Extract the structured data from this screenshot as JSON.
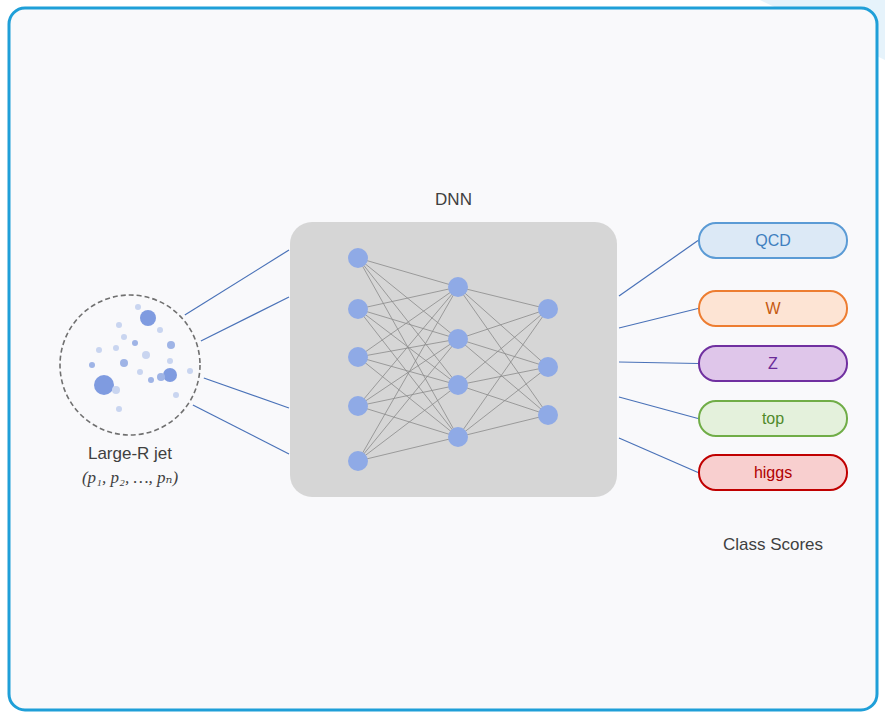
{
  "diagram": {
    "nodes": [
      {
        "text": [
          "Large-R jet",
          "(p₁, p₂, …, pₙ)"
        ]
      },
      {
        "text": [
          "DNN"
        ]
      },
      {
        "text": [
          "QCD"
        ]
      },
      {
        "text": [
          "W"
        ]
      },
      {
        "text": [
          "Z"
        ]
      },
      {
        "text": [
          "top"
        ]
      },
      {
        "text": [
          "higgs"
        ]
      }
    ],
    "edges": [
      {
        "from": 0,
        "to": 1,
        "arrow": "none"
      },
      {
        "from": 0,
        "to": 1,
        "arrow": "none"
      },
      {
        "from": 0,
        "to": 1,
        "arrow": "none"
      },
      {
        "from": 0,
        "to": 1,
        "arrow": "none"
      },
      {
        "from": 1,
        "to": 2,
        "arrow": "none"
      },
      {
        "from": 1,
        "to": 3,
        "arrow": "none"
      },
      {
        "from": 1,
        "to": 4,
        "arrow": "none"
      },
      {
        "from": 1,
        "to": 5,
        "arrow": "none"
      },
      {
        "from": 1,
        "to": 6,
        "arrow": "none"
      }
    ],
    "labels": [
      "Class Scores"
    ]
  }
}
